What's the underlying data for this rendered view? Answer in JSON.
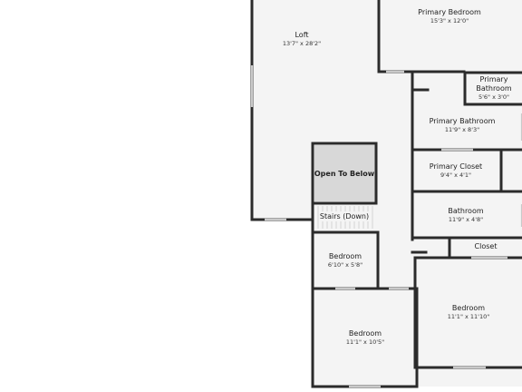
{
  "colors": {
    "floor": "#f4f4f4",
    "wall": "#2b2b2b",
    "window": "#c9c9c9",
    "void": "#d8d8d8",
    "background": "#ffffff"
  },
  "rooms": {
    "loft": {
      "name": "Loft",
      "dim": "13'7\" x 28'2\""
    },
    "primary_bedroom": {
      "name": "Primary Bedroom",
      "dim": "15'3\" x 12'0\""
    },
    "primary_bathroom_small": {
      "name_line1": "Primary",
      "name_line2": "Bathroom",
      "dim": "5'6\" x 3'0\""
    },
    "primary_bathroom": {
      "name": "Primary Bathroom",
      "dim": "11'9\" x 8'3\""
    },
    "primary_closet": {
      "name": "Primary Closet",
      "dim": "9'4\" x 4'1\""
    },
    "open_to_below": {
      "name": "Open To Below"
    },
    "stairs": {
      "name": "Stairs (Down)"
    },
    "bathroom": {
      "name": "Bathroom",
      "dim": "11'9\" x 4'8\""
    },
    "closet": {
      "name": "Closet"
    },
    "bedroom_small": {
      "name": "Bedroom",
      "dim": "6'10\" x 5'8\""
    },
    "bedroom_right": {
      "name": "Bedroom",
      "dim": "11'1\" x 11'10\""
    },
    "bedroom_bottom": {
      "name": "Bedroom",
      "dim": "11'1\" x 10'5\""
    }
  }
}
